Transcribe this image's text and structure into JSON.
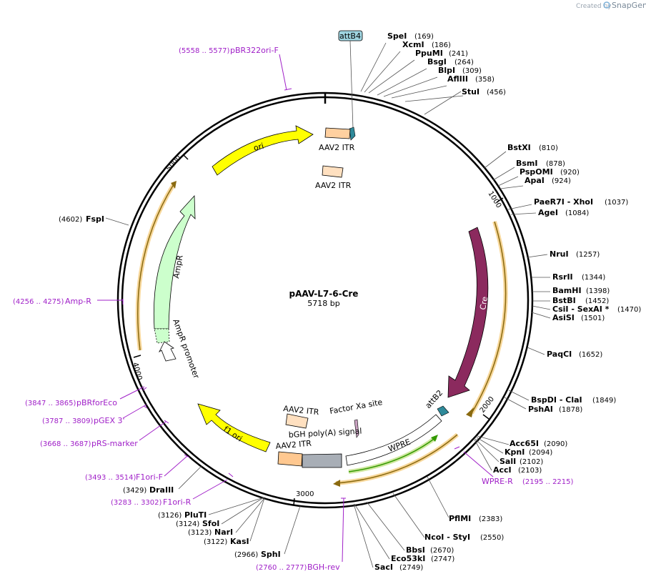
{
  "branding": {
    "created_by": "Created by",
    "product": "SnapGene"
  },
  "plasmid": {
    "name": "pAAV-L7-6-Cre",
    "size": "5718 bp"
  },
  "colors": {
    "cre": "#8b2a5e",
    "ori": "#ffff00",
    "ampr": "#ccffcc",
    "ampr_promoter": "#ffffff",
    "itr": "#ffd0a0",
    "wpre": "#ffffff",
    "bgh": "#a8aeb6",
    "attb": "#2f8a9a",
    "attb4_box": "#9fd4e0",
    "primer": "#a020c8",
    "orf": "#f0a830",
    "green_arrow": "#339900"
  },
  "tick_labels": [
    "1000",
    "2000",
    "3000",
    "4000",
    "5000"
  ],
  "features": {
    "attB4": "attB4",
    "itr_top": "AAV2 ITR",
    "itr_top2": "AAV2 ITR",
    "ori": "ori",
    "cre": "Cre",
    "attB2": "attB2",
    "wpre": "WPRE",
    "factor_xa": "Factor Xa site",
    "bgh": "bGH poly(A) signal",
    "itr_bottom": "AAV2 ITR",
    "itr_bottom2": "AAV2 ITR",
    "f1ori": "f1 ori",
    "ampr": "AmpR",
    "ampr_promoter": "AmpR promoter"
  },
  "sites": [
    {
      "name": "SpeI",
      "pos": "(169)"
    },
    {
      "name": "XcmI",
      "pos": "(186)"
    },
    {
      "name": "PpuMI",
      "pos": "(241)"
    },
    {
      "name": "BsgI",
      "pos": "(264)"
    },
    {
      "name": "BlpI",
      "pos": "(309)"
    },
    {
      "name": "AflIII",
      "pos": "(358)"
    },
    {
      "name": "StuI",
      "pos": "(456)"
    },
    {
      "name": "BstXI",
      "pos": "(810)"
    },
    {
      "name": "BsmI",
      "pos": "(878)"
    },
    {
      "name": "PspOMI",
      "pos": "(920)"
    },
    {
      "name": "ApaI",
      "pos": "(924)"
    },
    {
      "name": "PaeR7I  - XhoI",
      "pos": "(1037)"
    },
    {
      "name": "AgeI",
      "pos": "(1084)"
    },
    {
      "name": "NruI",
      "pos": "(1257)"
    },
    {
      "name": "RsrII",
      "pos": "(1344)"
    },
    {
      "name": "BamHI",
      "pos": "(1398)"
    },
    {
      "name": "BstBI",
      "pos": "(1452)"
    },
    {
      "name": "CsiI  - SexAI *",
      "pos": "(1470)"
    },
    {
      "name": "AsiSI",
      "pos": "(1501)"
    },
    {
      "name": "PaqCI",
      "pos": "(1652)"
    },
    {
      "name": "BspDI  - ClaI",
      "pos": "(1849)"
    },
    {
      "name": "PshAI",
      "pos": "(1878)"
    },
    {
      "name": "Acc65I",
      "pos": "(2090)"
    },
    {
      "name": "KpnI",
      "pos": "(2094)"
    },
    {
      "name": "SalI",
      "pos": "(2102)"
    },
    {
      "name": "AccI",
      "pos": "(2103)"
    },
    {
      "name": "PflMI",
      "pos": "(2383)"
    },
    {
      "name": "NcoI  - StyI",
      "pos": "(2550)"
    },
    {
      "name": "BbsI",
      "pos": "(2670)"
    },
    {
      "name": "Eco53kI",
      "pos": "(2747)"
    },
    {
      "name": "SacI",
      "pos": "(2749)"
    },
    {
      "name": "SphI",
      "pos": "(2966)"
    },
    {
      "name": "KasI",
      "pos": "(3122)"
    },
    {
      "name": "NarI",
      "pos": "(3123)"
    },
    {
      "name": "SfoI",
      "pos": "(3124)"
    },
    {
      "name": "PluTI",
      "pos": "(3126)"
    },
    {
      "name": "DraIII",
      "pos": "(3429)"
    },
    {
      "name": "FspI",
      "pos": "(4602)"
    }
  ],
  "primers": [
    {
      "name": "pBR322ori-F",
      "range": "(5558 .. 5577)"
    },
    {
      "name": "Amp-R",
      "range": "(4256 .. 4275)"
    },
    {
      "name": "pBRforEco",
      "range": "(3847 .. 3865)"
    },
    {
      "name": "pGEX 3'",
      "range": "(3787 .. 3809)"
    },
    {
      "name": "pRS-marker",
      "range": "(3668 .. 3687)"
    },
    {
      "name": "F1ori-F",
      "range": "(3493 .. 3514)"
    },
    {
      "name": "F1ori-R",
      "range": "(3283 .. 3302)"
    },
    {
      "name": "BGH-rev",
      "range": "(2760 .. 2777)"
    },
    {
      "name": "WPRE-R",
      "range": "(2195 .. 2215)"
    }
  ]
}
